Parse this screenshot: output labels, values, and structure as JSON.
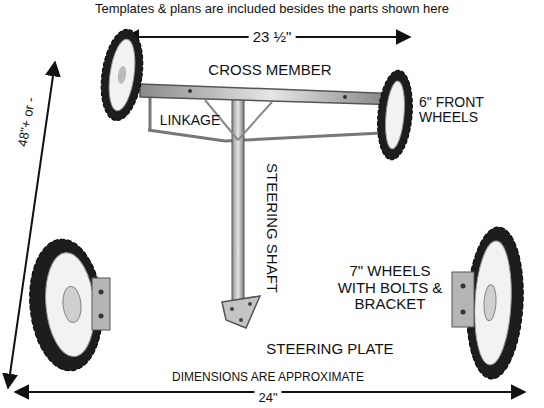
{
  "diagram": {
    "labels": [
      "Templates & plans are included besides the parts shown here",
      "23 ½\"",
      "CROSS MEMBER",
      "6\" FRONT WHEELS",
      "LINKAGE",
      "48\"+ or -",
      "STEERING SHAFT",
      "7\" WHEELS WITH BOLTS & BRACKET",
      "STEERING PLATE",
      "DIMENSIONS ARE APPROXIMATE",
      "24\""
    ]
  }
}
